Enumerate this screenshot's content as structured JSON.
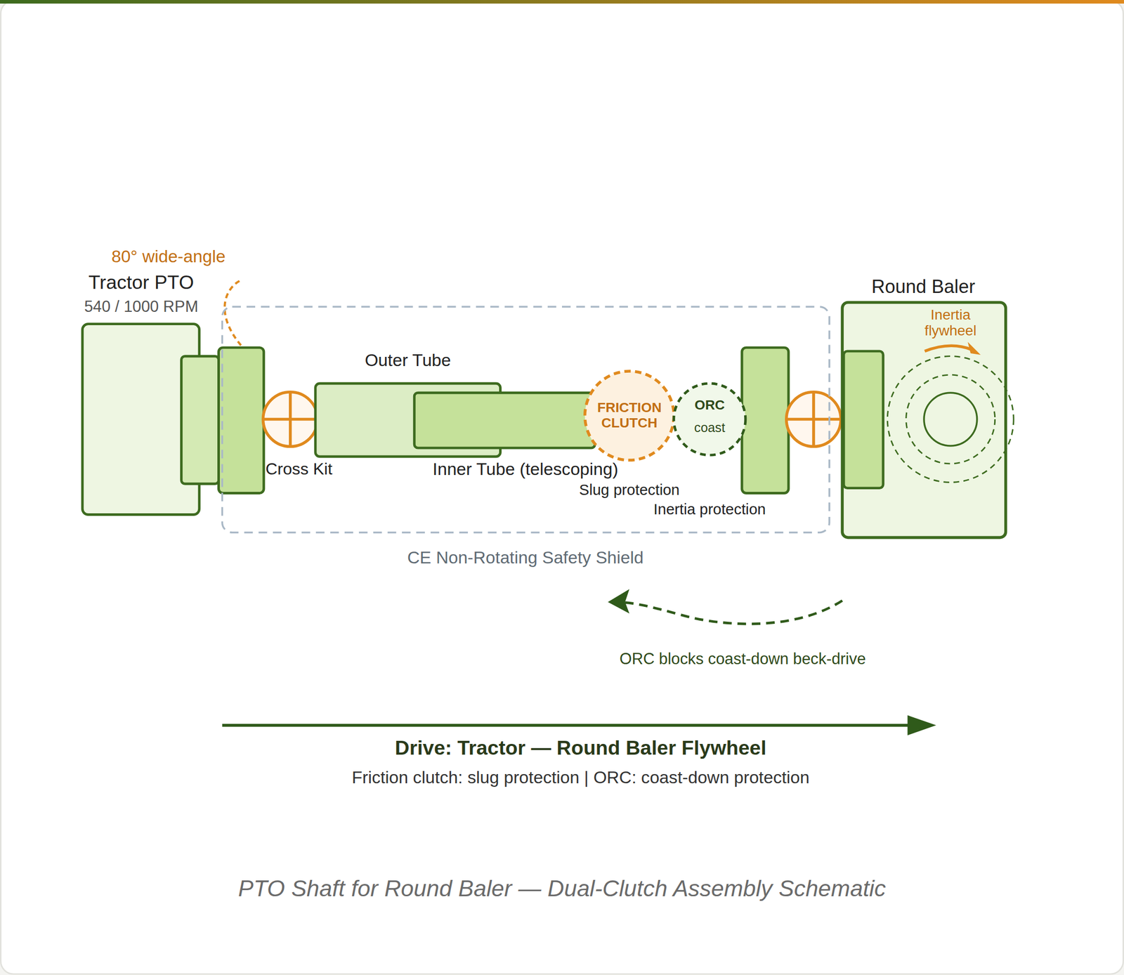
{
  "diagram": {
    "caption": "PTO Shaft for Round Baler — Dual-Clutch Assembly Schematic",
    "nodes": [
      {
        "text": [
          "Tractor PTO",
          "540 / 1000 RPM"
        ]
      },
      {
        "text": [
          "CE Non-Rotating Safety Shield"
        ]
      },
      {
        "text": [
          "Cross Kit"
        ],
        "in": 1
      },
      {
        "text": [
          "Outer Tube"
        ],
        "in": 1
      },
      {
        "text": [
          "Inner Tube (telescoping)"
        ],
        "in": 1
      },
      {
        "text": [
          "FRICTION CLUTCH",
          "Slug protection"
        ],
        "in": 1
      },
      {
        "text": [
          "ORC",
          "coast",
          "Inertia protection"
        ],
        "in": 1
      },
      {
        "text": [
          "Round Baler"
        ]
      },
      {
        "text": [
          "Inertia flywheel"
        ],
        "in": 7
      }
    ],
    "labels": [
      "80° wide-angle",
      "ORC blocks coast-down beck-drive",
      "Drive: Tractor — Round Baler Flywheel",
      "Friction clutch: slug protection | ORC: coast-down protection"
    ]
  }
}
